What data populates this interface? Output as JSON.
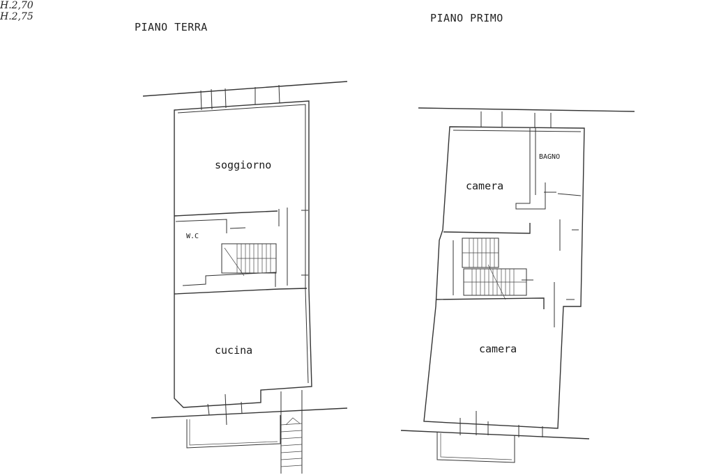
{
  "plans": [
    {
      "title": "PIANO TERRA",
      "rooms": [
        {
          "label": "soggiorno"
        },
        {
          "label": "W.C"
        },
        {
          "label": "cucina"
        }
      ],
      "height_note": "H.2,70"
    },
    {
      "title": "PIANO PRIMO",
      "rooms": [
        {
          "label": "BAGNO"
        },
        {
          "label": "camera"
        },
        {
          "label": "camera"
        }
      ],
      "height_note": "H.2,75"
    }
  ]
}
